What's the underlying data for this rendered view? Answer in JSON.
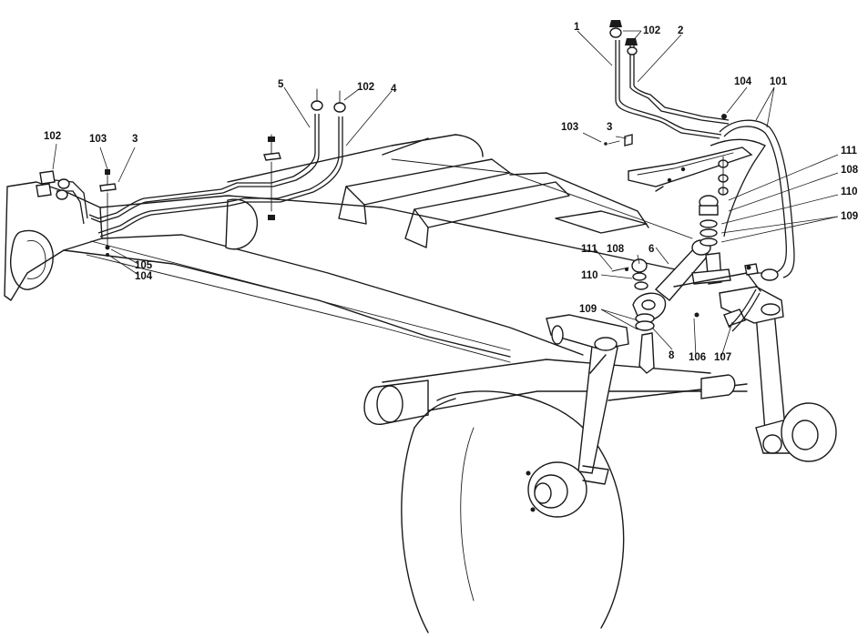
{
  "labels": {
    "l1": "1",
    "l102a": "102",
    "l2": "2",
    "l104a": "104",
    "l101": "101",
    "l103a": "103",
    "l3a": "3",
    "l111a": "111",
    "l108a": "108",
    "l110a": "110",
    "l109a": "109",
    "l5": "5",
    "l102b": "102",
    "l4": "4",
    "l102c": "102",
    "l103b": "103",
    "l3b": "3",
    "l105": "105",
    "l104b": "104",
    "l111b": "111",
    "l108b": "108",
    "l6": "6",
    "l110b": "110",
    "l109b": "109",
    "l8": "8",
    "l106": "106",
    "l107": "107"
  },
  "colors": {
    "line": "#1a1a1a",
    "background": "#ffffff"
  }
}
